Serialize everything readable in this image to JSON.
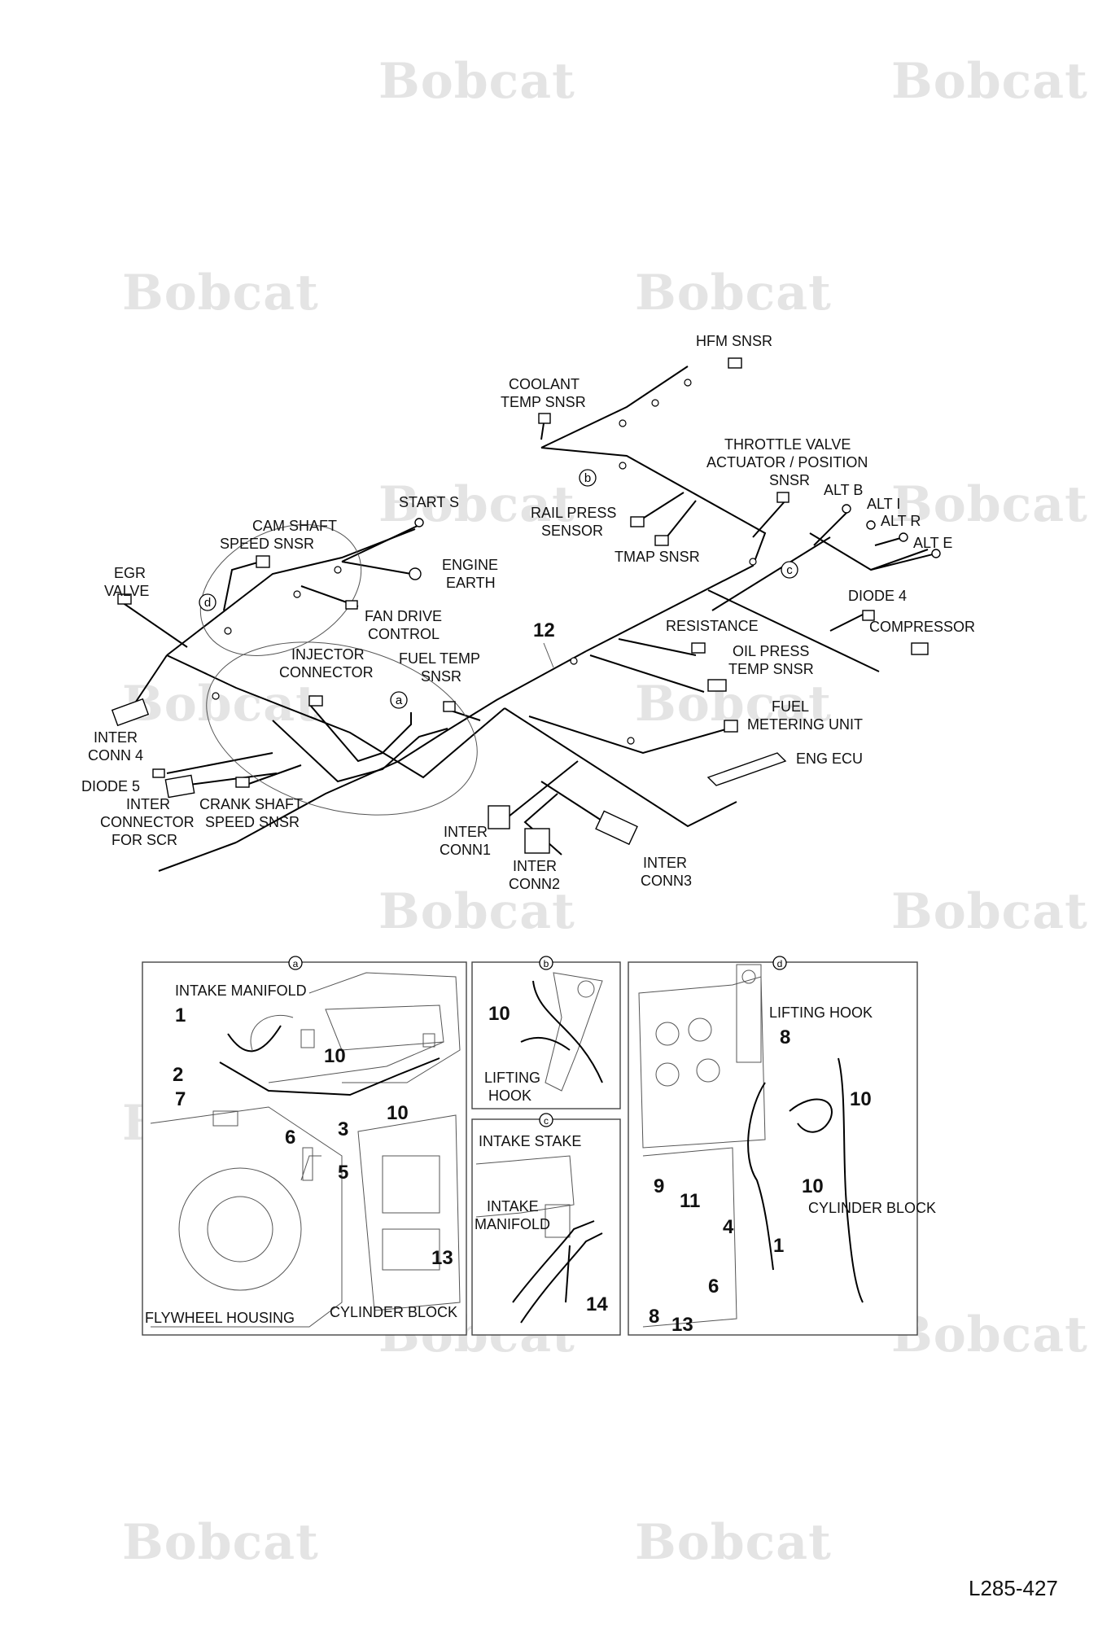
{
  "watermark": "Bobcat",
  "drawing_code": "L285-427",
  "harness": {
    "item_number": "12",
    "callouts": {
      "a": "a",
      "b": "b",
      "c": "c",
      "d": "d"
    },
    "labels": {
      "hfm": "HFM SNSR",
      "coolant_1": "COOLANT",
      "coolant_2": "TEMP SNSR",
      "throttle_1": "THROTTLE VALVE",
      "throttle_2": "ACTUATOR / POSITION",
      "throttle_3": "SNSR",
      "alt_b": "ALT B",
      "alt_i": "ALT I",
      "alt_r": "ALT R",
      "alt_e": "ALT E",
      "start_s": "START S",
      "rail_1": "RAIL PRESS",
      "rail_2": "SENSOR",
      "tmap": "TMAP SNSR",
      "cam_1": "CAM SHAFT",
      "cam_2": "SPEED SNSR",
      "engine_earth_1": "ENGINE",
      "engine_earth_2": "EARTH",
      "egr_1": "EGR",
      "egr_2": "VALVE",
      "fan_1": "FAN DRIVE",
      "fan_2": "CONTROL",
      "diode4": "DIODE 4",
      "compressor": "COMPRESSOR",
      "resistance": "RESISTANCE",
      "injector_1": "INJECTOR",
      "injector_2": "CONNECTOR",
      "fuel_temp_1": "FUEL TEMP",
      "fuel_temp_2": "SNSR",
      "oil_1": "OIL PRESS",
      "oil_2": "TEMP SNSR",
      "fuel_meter_1": "FUEL",
      "fuel_meter_2": "METERING UNIT",
      "eng_ecu": "ENG ECU",
      "inter4_1": "INTER",
      "inter4_2": "CONN 4",
      "diode5": "DIODE 5",
      "scr_1": "INTER",
      "scr_2": "CONNECTOR",
      "scr_3": "FOR SCR",
      "crank_1": "CRANK SHAFT",
      "crank_2": "SPEED SNSR",
      "inter1_1": "INTER",
      "inter1_2": "CONN1",
      "inter2_1": "INTER",
      "inter2_2": "CONN2",
      "inter3_1": "INTER",
      "inter3_2": "CONN3"
    }
  },
  "detail_a": {
    "tag": "a",
    "intake_manifold": "INTAKE MANIFOLD",
    "flywheel_housing": "FLYWHEEL HOUSING",
    "cylinder_block": "CYLINDER BLOCK",
    "n1": "1",
    "n2": "2",
    "n7": "7",
    "n10a": "10",
    "n10b": "10",
    "n3": "3",
    "n6": "6",
    "n5": "5",
    "n13": "13"
  },
  "detail_b": {
    "tag": "b",
    "n10": "10",
    "lifting_1": "LIFTING",
    "lifting_2": "HOOK"
  },
  "detail_c": {
    "tag": "c",
    "intake_stake": "INTAKE STAKE",
    "intake_1": "INTAKE",
    "intake_2": "MANIFOLD",
    "n14": "14"
  },
  "detail_d": {
    "tag": "d",
    "lifting_hook": "LIFTING HOOK",
    "cylinder_block": "CYLINDER BLOCK",
    "n8a": "8",
    "n10a": "10",
    "n9": "9",
    "n11": "11",
    "n10b": "10",
    "n4": "4",
    "n1": "1",
    "n6": "6",
    "n8b": "8",
    "n13": "13"
  }
}
